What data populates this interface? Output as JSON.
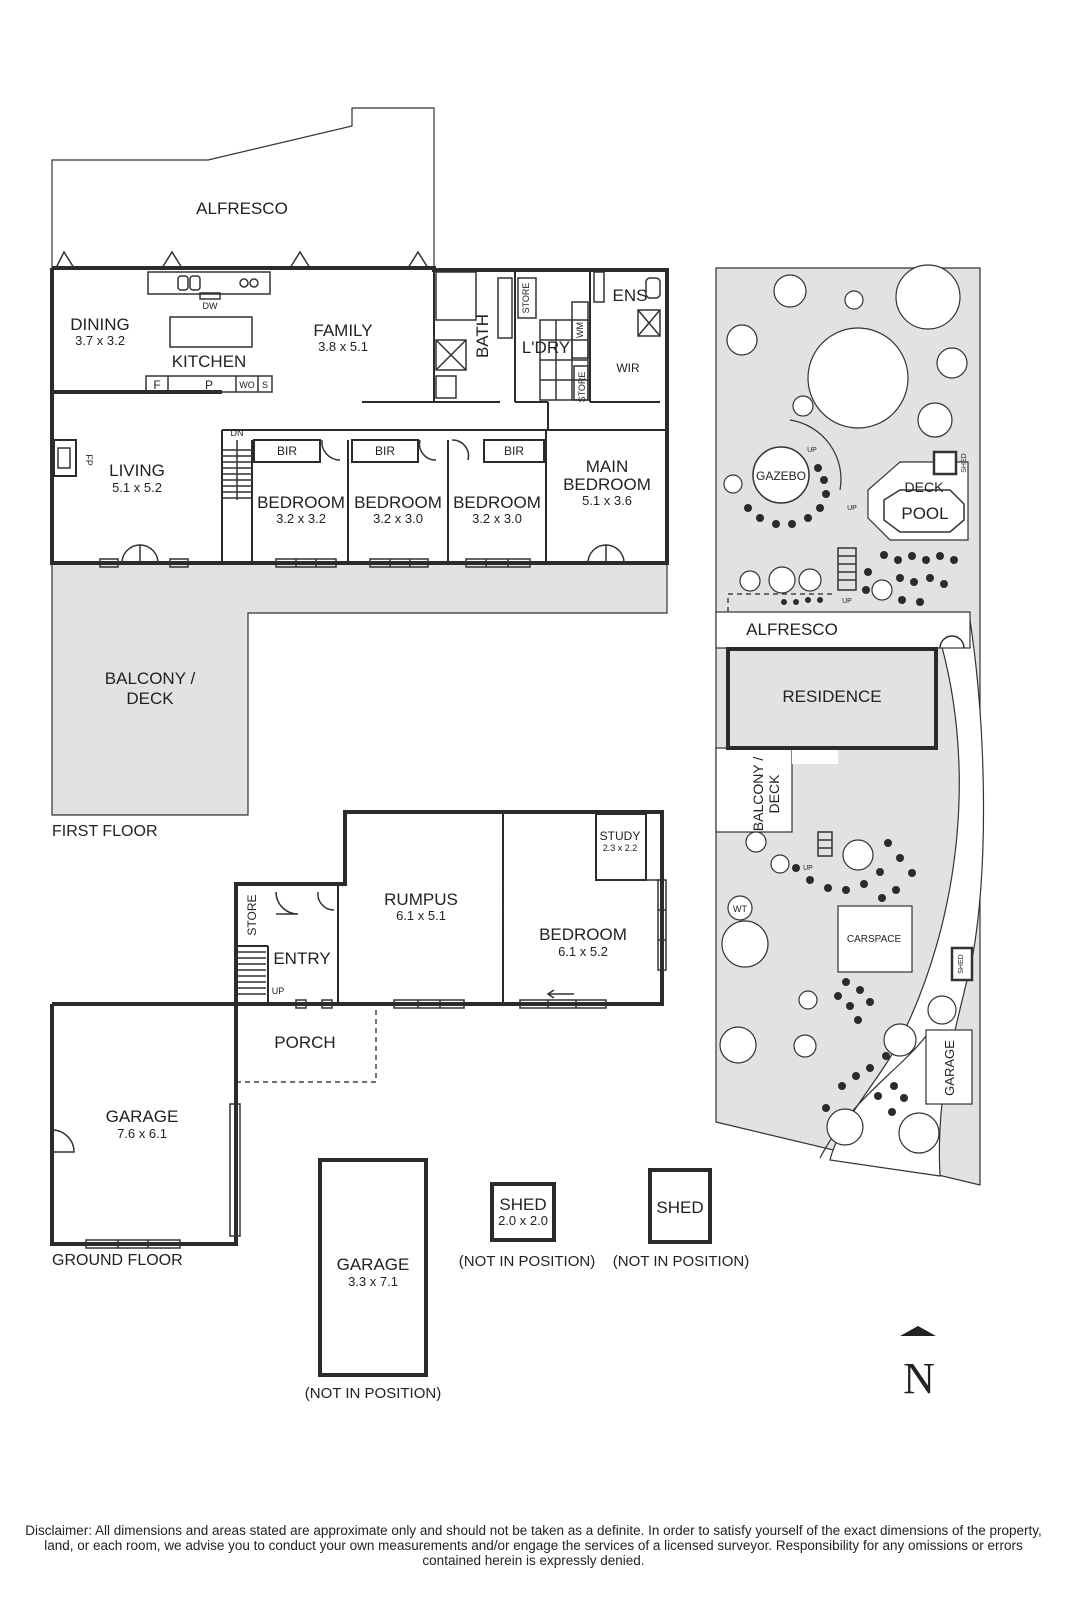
{
  "first_floor": {
    "label": "FIRST FLOOR",
    "rooms": {
      "alfresco": "ALFRESCO",
      "dining": {
        "name": "DINING",
        "dim": "3.7 x 3.2"
      },
      "kitchen": "KITCHEN",
      "family": {
        "name": "FAMILY",
        "dim": "3.8 x 5.1"
      },
      "living": {
        "name": "LIVING",
        "dim": "5.1 x 5.2"
      },
      "bedroom1": {
        "name": "BEDROOM",
        "dim": "3.2 x 3.2"
      },
      "bedroom2": {
        "name": "BEDROOM",
        "dim": "3.2 x 3.0"
      },
      "bedroom3": {
        "name": "BEDROOM",
        "dim": "3.2 x 3.0"
      },
      "main_bedroom": {
        "name": "MAIN BEDROOM",
        "dim": "5.1 x 3.6"
      },
      "bath": "BATH",
      "laundry": "L'DRY",
      "ens": "ENS",
      "wir": "WIR",
      "store": "STORE",
      "balcony": "BALCONY / DECK"
    },
    "fixtures": {
      "dw": "DW",
      "f": "F",
      "p": "P",
      "wo": "WO",
      "s": "S",
      "fp": "FP",
      "dn": "DN",
      "bir": "BIR",
      "wm": "WM"
    }
  },
  "ground_floor": {
    "label": "GROUND FLOOR",
    "rooms": {
      "rumpus": {
        "name": "RUMPUS",
        "dim": "6.1 x 5.1"
      },
      "bedroom": {
        "name": "BEDROOM",
        "dim": "6.1 x 5.2"
      },
      "study": {
        "name": "STUDY",
        "dim": "2.3 x 2.2"
      },
      "entry": "ENTRY",
      "store": "STORE",
      "porch": "PORCH",
      "garage": {
        "name": "GARAGE",
        "dim": "7.6 x 6.1"
      },
      "up": "UP"
    }
  },
  "outbuildings": {
    "garage": {
      "name": "GARAGE",
      "dim": "3.3 x 7.1",
      "note": "(NOT IN POSITION)"
    },
    "shed1": {
      "name": "SHED",
      "dim": "2.0 x 2.0",
      "note": "(NOT IN POSITION)"
    },
    "shed2": {
      "name": "SHED",
      "note": "(NOT IN POSITION)"
    }
  },
  "site_plan": {
    "gazebo": "GAZEBO",
    "deck": "DECK",
    "pool": "POOL",
    "shed": "SHED",
    "alfresco": "ALFRESCO",
    "residence": "RESIDENCE",
    "balcony": "BALCONY / DECK",
    "wt": "WT",
    "carspace": "CARSPACE",
    "garage": "GARAGE",
    "up": "UP"
  },
  "north": "N",
  "disclaimer": "Disclaimer: All dimensions and areas stated are approximate only and should not be taken as a definite. In order to satisfy yourself of the exact dimensions of the property, land, or each room, we advise you to conduct your own measurements and/or engage the services of a licensed surveyor. Responsibility for any omissions or errors contained herein is expressly denied."
}
